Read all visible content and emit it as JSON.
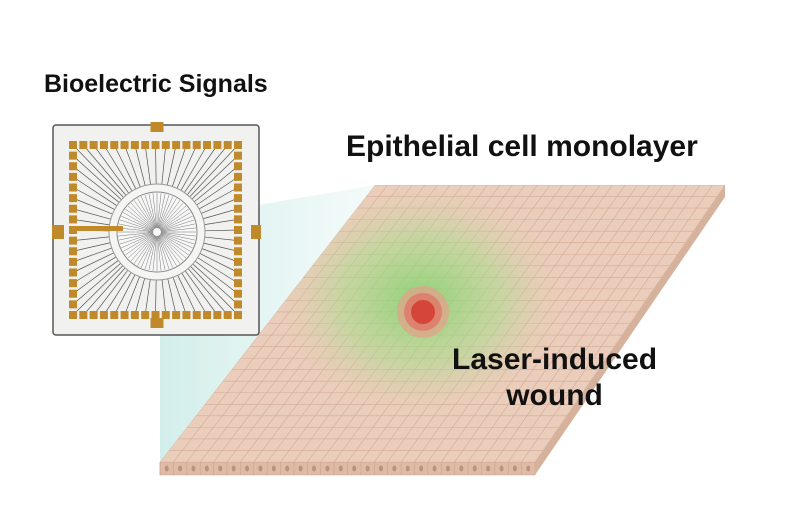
{
  "labels": {
    "bioelectric": "Bioelectric Signals",
    "monolayer": "Epithelial cell monolayer",
    "wound_line1": "Laser-induced",
    "wound_line2": "wound"
  },
  "colors": {
    "pad": "#c08a2a",
    "cell": "#e8c9b6",
    "glow": "#8fd67a",
    "wound": "#d6453a",
    "beam": "#cfeeea"
  }
}
